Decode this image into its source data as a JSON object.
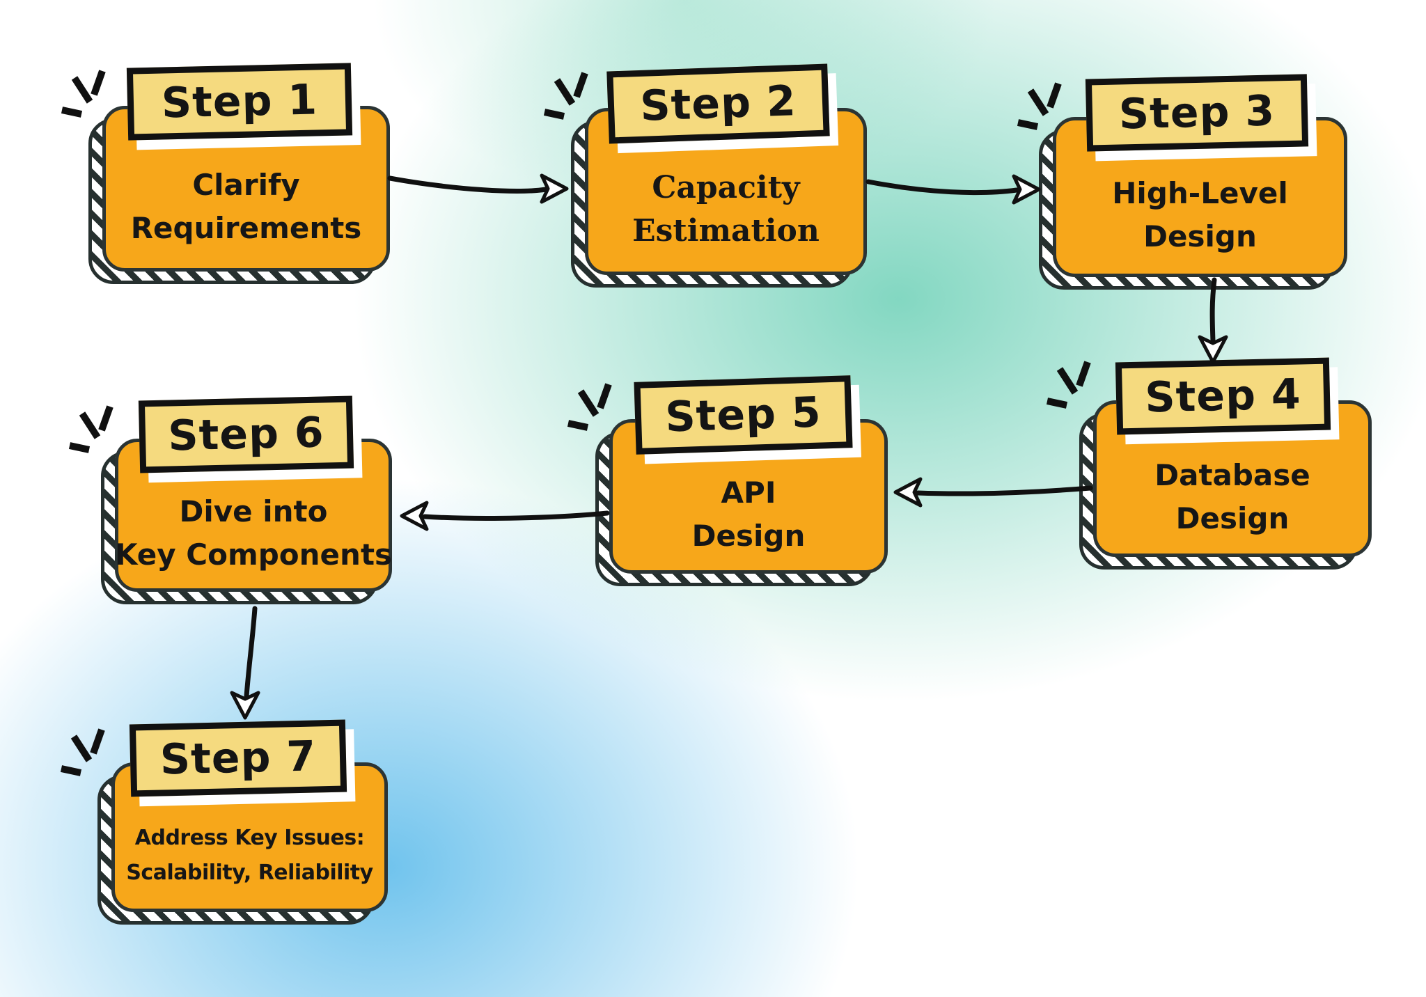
{
  "title": "System design interview steps flowchart",
  "colors": {
    "card_fill": "#F7A71A",
    "tab_fill": "#F5DA7F",
    "outline": "#111111",
    "shadow_hatch": "#26302f",
    "bg_teal": "#7CD5BE",
    "bg_blue": "#68C0EC",
    "text": "#161616"
  },
  "steps": [
    {
      "label": "Step 1",
      "lines": [
        "Clarify",
        "Requirements"
      ]
    },
    {
      "label": "Step 2",
      "lines": [
        "Capacity",
        "Estimation"
      ]
    },
    {
      "label": "Step 3",
      "lines": [
        "High-Level",
        "Design"
      ]
    },
    {
      "label": "Step 4",
      "lines": [
        "Database",
        "Design"
      ]
    },
    {
      "label": "Step 5",
      "lines": [
        "API",
        "Design"
      ]
    },
    {
      "label": "Step 6",
      "lines": [
        "Dive into",
        "Key Components"
      ]
    },
    {
      "label": "Step 7",
      "lines": [
        "Address Key Issues:",
        "Scalability, Reliability"
      ]
    }
  ],
  "connections": [
    {
      "from": "Step 1",
      "to": "Step 2",
      "direction": "right"
    },
    {
      "from": "Step 2",
      "to": "Step 3",
      "direction": "right"
    },
    {
      "from": "Step 3",
      "to": "Step 4",
      "direction": "down"
    },
    {
      "from": "Step 4",
      "to": "Step 5",
      "direction": "left"
    },
    {
      "from": "Step 5",
      "to": "Step 6",
      "direction": "left"
    },
    {
      "from": "Step 6",
      "to": "Step 7",
      "direction": "down"
    }
  ]
}
